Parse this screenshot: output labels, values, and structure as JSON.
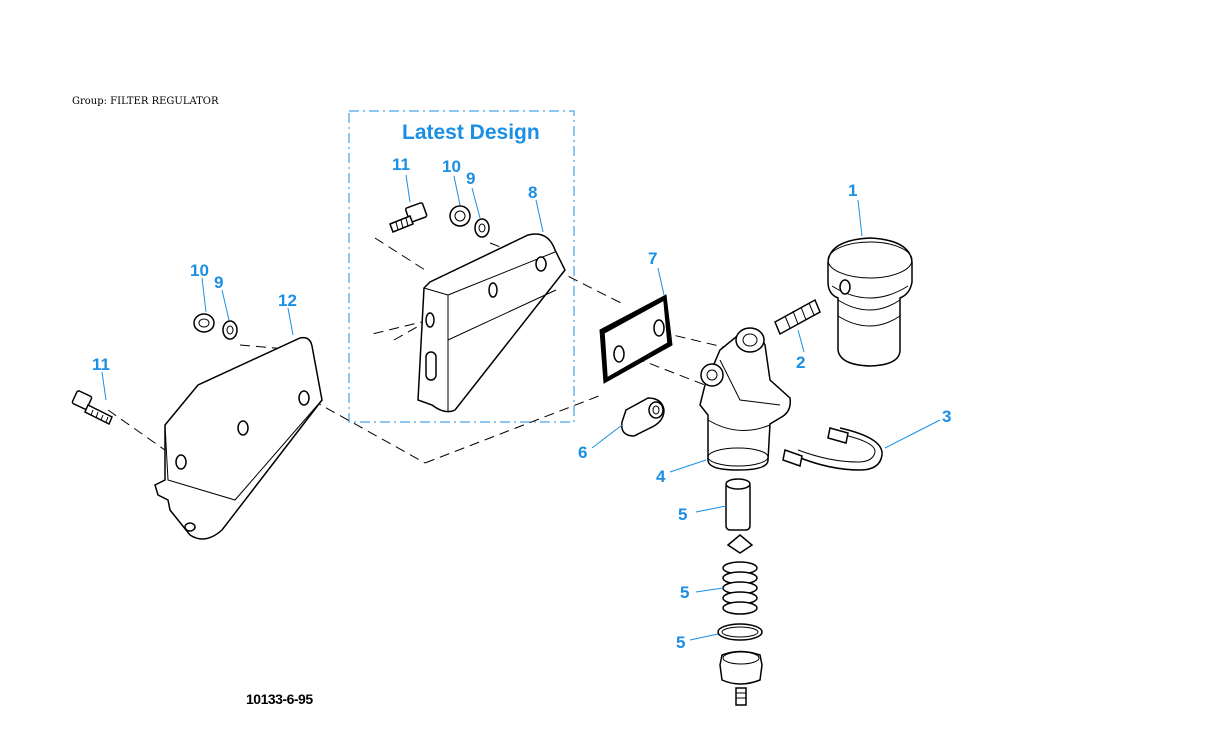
{
  "group_title": "Group: FILTER REGULATOR",
  "design_label": "Latest Design",
  "figure_number": "10133-6-95",
  "callouts": {
    "c1": "1",
    "c2": "2",
    "c3": "3",
    "c4": "4",
    "c5a": "5",
    "c5b": "5",
    "c5c": "5",
    "c6": "6",
    "c7": "7",
    "c8": "8",
    "c9a": "9",
    "c10a": "10",
    "c11a": "11",
    "c9b": "9",
    "c10b": "10",
    "c11b": "11",
    "c12": "12"
  },
  "colors": {
    "callout": "#1a8fe3",
    "linework": "#000000"
  }
}
